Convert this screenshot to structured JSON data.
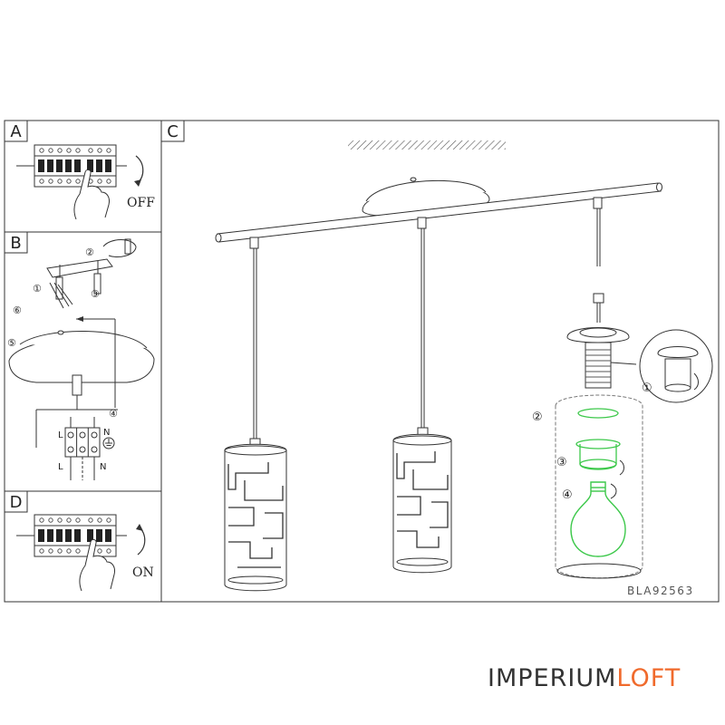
{
  "panels": {
    "a": {
      "letter": "A",
      "switch_label": "OFF"
    },
    "b": {
      "letter": "B",
      "steps": [
        "①",
        "②",
        "③",
        "④",
        "⑤",
        "⑥"
      ],
      "terminal_top": [
        "L",
        "N"
      ],
      "terminal_bottom": [
        "L",
        "N"
      ]
    },
    "c": {
      "letter": "C",
      "steps": [
        "①",
        "②",
        "③",
        "④"
      ],
      "model_code": "BLA92563"
    },
    "d": {
      "letter": "D",
      "switch_label": "ON"
    }
  },
  "brand": {
    "part1": "IMPERIUM",
    "part2": "LOFT"
  },
  "colors": {
    "line": "#333333",
    "highlight_green": "#3cc84a",
    "brand_orange": "#f06a2c"
  },
  "icons": [
    "breaker-icon",
    "hand-icon",
    "earth-ground-icon",
    "lamp-bulb-icon",
    "ceiling-hatch-icon",
    "rotate-arrow-icon"
  ]
}
